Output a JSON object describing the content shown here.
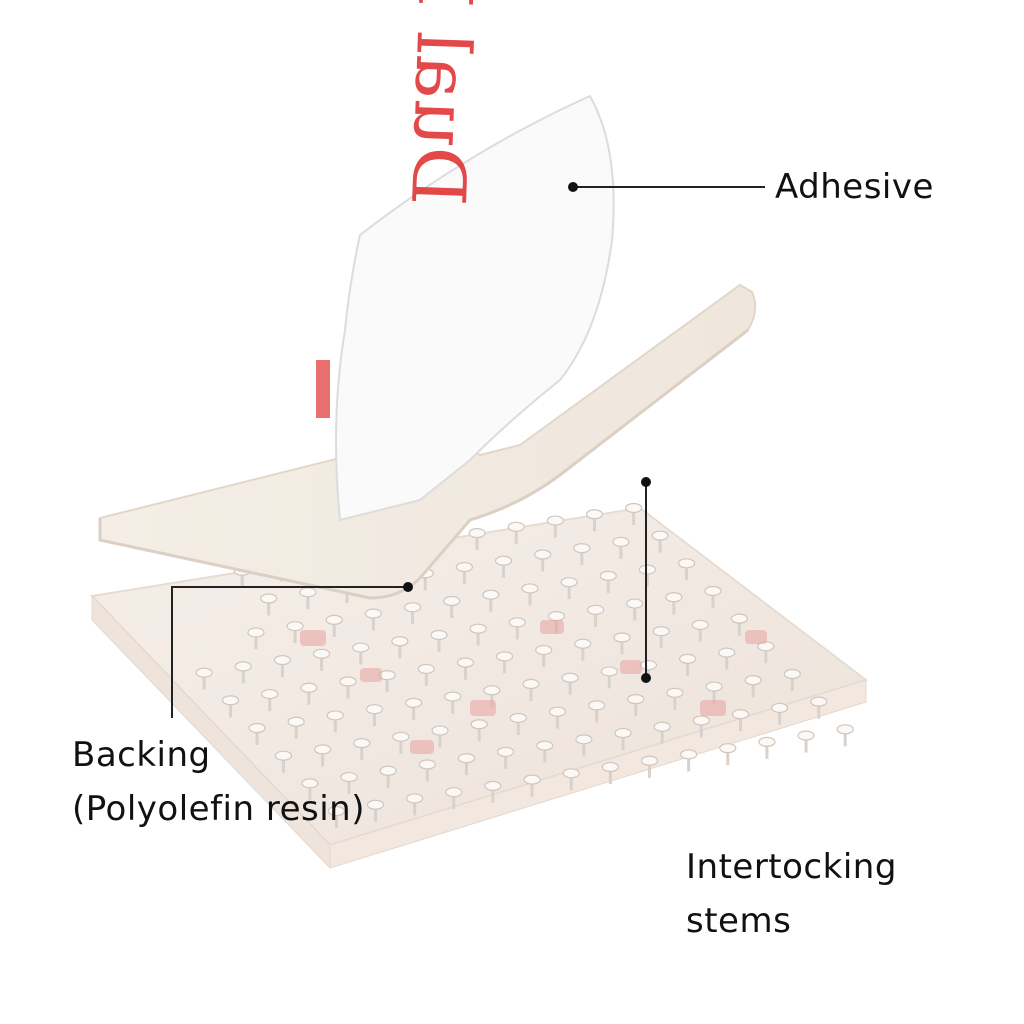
{
  "labels": {
    "adhesive": "Adhesive",
    "backing_line1": "Backing",
    "backing_line2": "(Polyolefin resin)",
    "stems_line1": "Intertocking",
    "stems_line2": "stems"
  },
  "printed_text": {
    "tape_brand_text": "Dual Lock"
  },
  "colors": {
    "label_text": "#111111",
    "leader_line": "#222222",
    "brand_print": "#e03030",
    "tape_clear": "#f3eee8"
  }
}
